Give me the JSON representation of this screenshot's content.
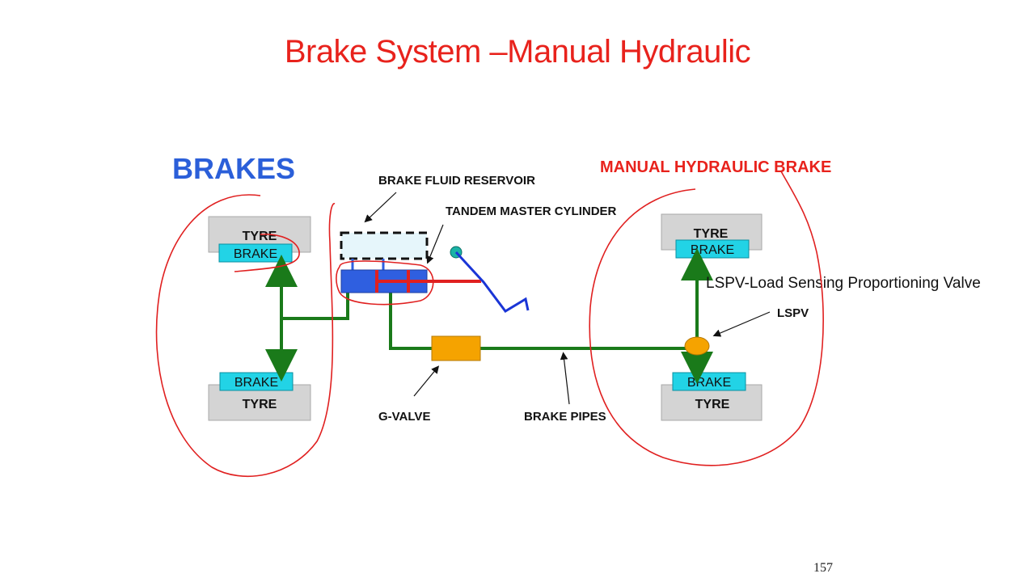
{
  "slide": {
    "title": "Brake System –Manual Hydraulic",
    "page_number": "157"
  },
  "diagram": {
    "heading_left": "BRAKES",
    "heading_right": "MANUAL HYDRAULIC BRAKE",
    "labels": {
      "reservoir": "BRAKE FLUID RESERVOIR",
      "master_cylinder": "TANDEM MASTER CYLINDER",
      "g_valve": "G-VALVE",
      "brake_pipes": "BRAKE PIPES",
      "lspv": "LSPV",
      "lspv_full": "LSPV-Load Sensing Proportioning Valve"
    },
    "wheels": {
      "tyre": "TYRE",
      "brake": "BRAKE"
    },
    "colors": {
      "title_red": "#e8221c",
      "heading_blue": "#2b5fd9",
      "pipe_green": "#1a7a1a",
      "brake_cyan": "#22d3e6",
      "tyre_gray": "#d4d4d4",
      "master_blue": "#2f5fe0",
      "valve_orange": "#f5a300",
      "annotation_red": "#e02020"
    }
  }
}
